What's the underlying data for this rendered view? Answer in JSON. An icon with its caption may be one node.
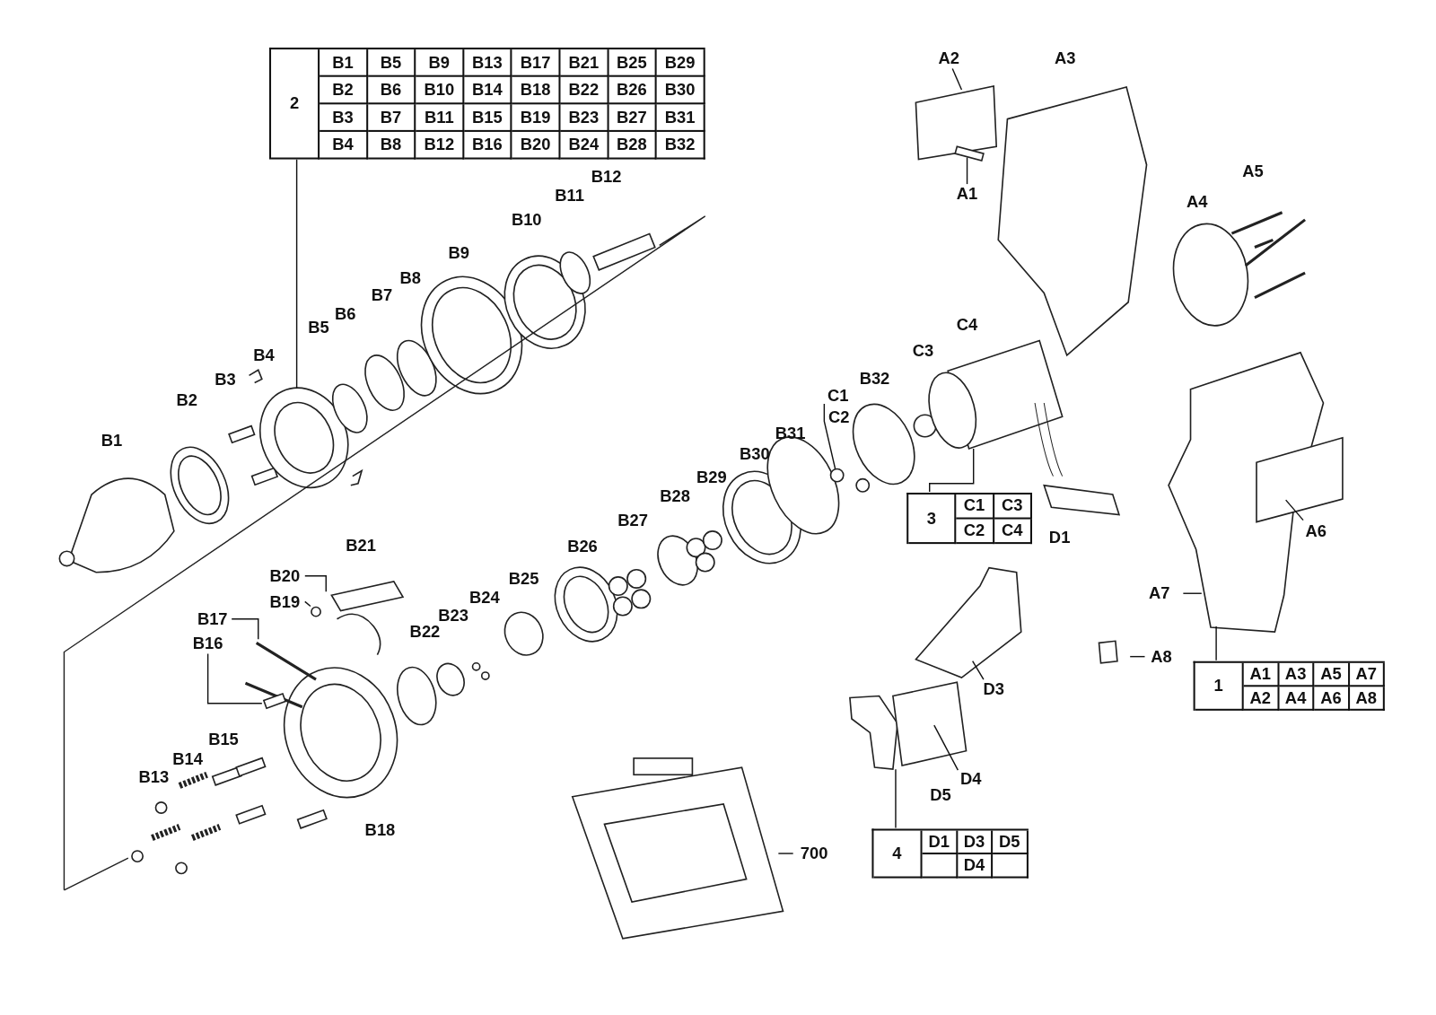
{
  "diagram": {
    "nodes": [
      {
        "text": [
          "2"
        ]
      },
      {
        "text": [
          "A2"
        ]
      },
      {
        "text": [
          "A3"
        ]
      },
      {
        "text": [
          "B12"
        ]
      },
      {
        "text": [
          "A5"
        ]
      },
      {
        "text": [
          "B11"
        ]
      },
      {
        "text": [
          "A1"
        ]
      },
      {
        "text": [
          "A4"
        ]
      },
      {
        "text": [
          "B10"
        ]
      },
      {
        "text": [
          "B9"
        ]
      },
      {
        "text": [
          "B8"
        ]
      },
      {
        "text": [
          "B7"
        ]
      },
      {
        "text": [
          "B6"
        ]
      },
      {
        "text": [
          "B5"
        ]
      },
      {
        "text": [
          "C4"
        ]
      },
      {
        "text": [
          "B4"
        ]
      },
      {
        "text": [
          "C3"
        ]
      },
      {
        "text": [
          "B3"
        ]
      },
      {
        "text": [
          "B32"
        ]
      },
      {
        "text": [
          "C1"
        ]
      },
      {
        "text": [
          "B2"
        ]
      },
      {
        "text": [
          "C2"
        ]
      },
      {
        "text": [
          "B31"
        ]
      },
      {
        "text": [
          "B1"
        ]
      },
      {
        "text": [
          "B30"
        ]
      },
      {
        "text": [
          "B29"
        ]
      },
      {
        "text": [
          "B28"
        ]
      },
      {
        "text": [
          "3"
        ]
      },
      {
        "text": [
          "B27"
        ]
      },
      {
        "text": [
          "A6"
        ]
      },
      {
        "text": [
          "B21"
        ]
      },
      {
        "text": [
          "B26"
        ]
      },
      {
        "text": [
          "D1"
        ]
      },
      {
        "text": [
          "B20"
        ]
      },
      {
        "text": [
          "B25"
        ]
      },
      {
        "text": [
          "A7"
        ]
      },
      {
        "text": [
          "B24"
        ]
      },
      {
        "text": [
          "B19"
        ]
      },
      {
        "text": [
          "B23"
        ]
      },
      {
        "text": [
          "B17"
        ]
      },
      {
        "text": [
          "B22"
        ]
      },
      {
        "text": [
          "B16"
        ]
      },
      {
        "text": [
          "A8"
        ]
      },
      {
        "text": [
          "1"
        ]
      },
      {
        "text": [
          "D3"
        ]
      },
      {
        "text": [
          "B15"
        ]
      },
      {
        "text": [
          "B14"
        ]
      },
      {
        "text": [
          "B13"
        ]
      },
      {
        "text": [
          "D4"
        ]
      },
      {
        "text": [
          "D5"
        ]
      },
      {
        "text": [
          "B18"
        ]
      },
      {
        "text": [
          "4"
        ]
      },
      {
        "text": [
          "700"
        ]
      }
    ],
    "edges": [
      {
        "from": 0,
        "to": null,
        "arrow": "none"
      },
      {
        "from": 1,
        "to": null,
        "arrow": "none"
      },
      {
        "from": 6,
        "to": null,
        "arrow": "none"
      },
      {
        "from": 19,
        "to": null,
        "arrow": "none"
      },
      {
        "from": 27,
        "to": null,
        "arrow": "none"
      },
      {
        "from": 29,
        "to": null,
        "arrow": "none"
      },
      {
        "from": 33,
        "to": null,
        "arrow": "none"
      },
      {
        "from": 35,
        "to": null,
        "arrow": "none"
      },
      {
        "from": 37,
        "to": null,
        "arrow": "none"
      },
      {
        "from": 39,
        "to": null,
        "arrow": "none"
      },
      {
        "from": 41,
        "to": null,
        "arrow": "none"
      },
      {
        "from": 42,
        "to": null,
        "arrow": "none"
      },
      {
        "from": 43,
        "to": null,
        "arrow": "none"
      },
      {
        "from": 44,
        "to": null,
        "arrow": "none"
      },
      {
        "from": 48,
        "to": null,
        "arrow": "none"
      },
      {
        "from": 51,
        "to": null,
        "arrow": "none"
      },
      {
        "from": 52,
        "to": null,
        "arrow": "none"
      }
    ],
    "labels": [
      "B1",
      "B5",
      "B9",
      "B13",
      "B17",
      "B21",
      "B25",
      "B29",
      "B2",
      "B6",
      "B10",
      "B14",
      "B18",
      "B22",
      "B26",
      "B30",
      "B3",
      "B7",
      "B11",
      "B15",
      "B19",
      "B23",
      "B27",
      "B31",
      "B4",
      "B8",
      "B12",
      "B16",
      "B20",
      "B24",
      "B28",
      "B32",
      "C1",
      "C3",
      "C2",
      "C4",
      "A1",
      "A3",
      "A5",
      "A7",
      "A2",
      "A4",
      "A6",
      "A8",
      "D1",
      "D3",
      "D5",
      "D4"
    ]
  }
}
